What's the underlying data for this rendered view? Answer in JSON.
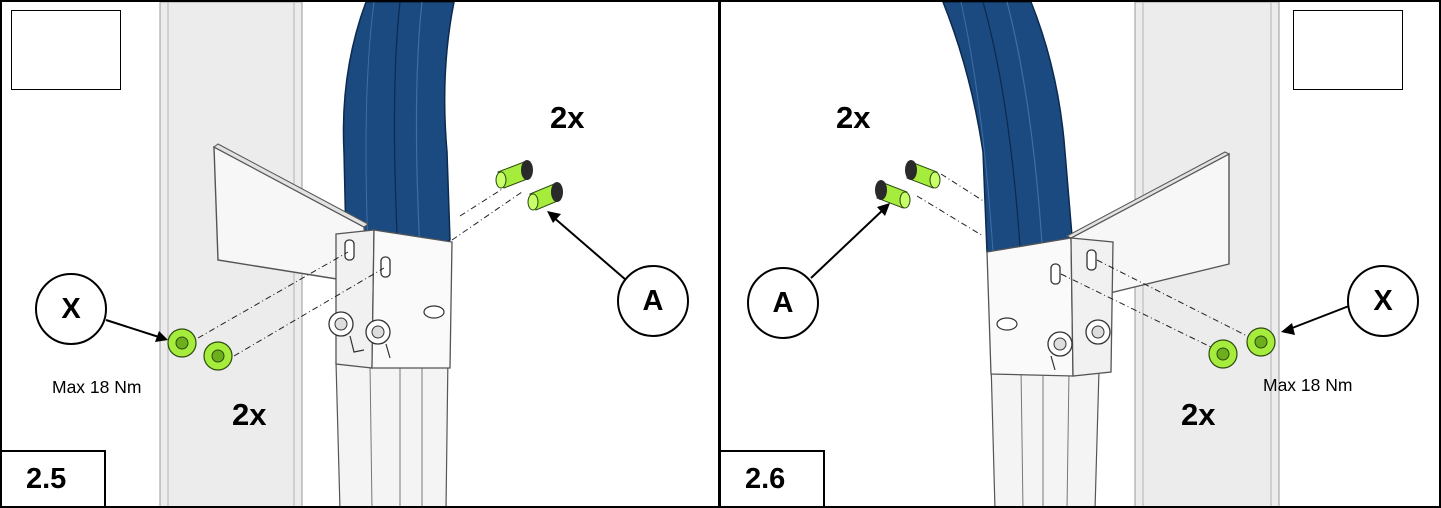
{
  "panels": [
    {
      "step": "2.5",
      "qty_bolts": "2x",
      "qty_nuts": "2x",
      "callout_bolt": "A",
      "callout_nut": "X",
      "torque": "Max 18 Nm",
      "tool_icon": "wrench-icon"
    },
    {
      "step": "2.6",
      "qty_bolts": "2x",
      "qty_nuts": "2x",
      "callout_bolt": "A",
      "callout_nut": "X",
      "torque": "Max 18 Nm",
      "tool_icon": "wrench-icon"
    }
  ],
  "colors": {
    "frame_tube": "#1a4a80",
    "frame_tube_dark": "#0f3560",
    "post": "#ececec",
    "hardware": "#a6ec3c",
    "hardware_dark": "#6cae1c"
  }
}
